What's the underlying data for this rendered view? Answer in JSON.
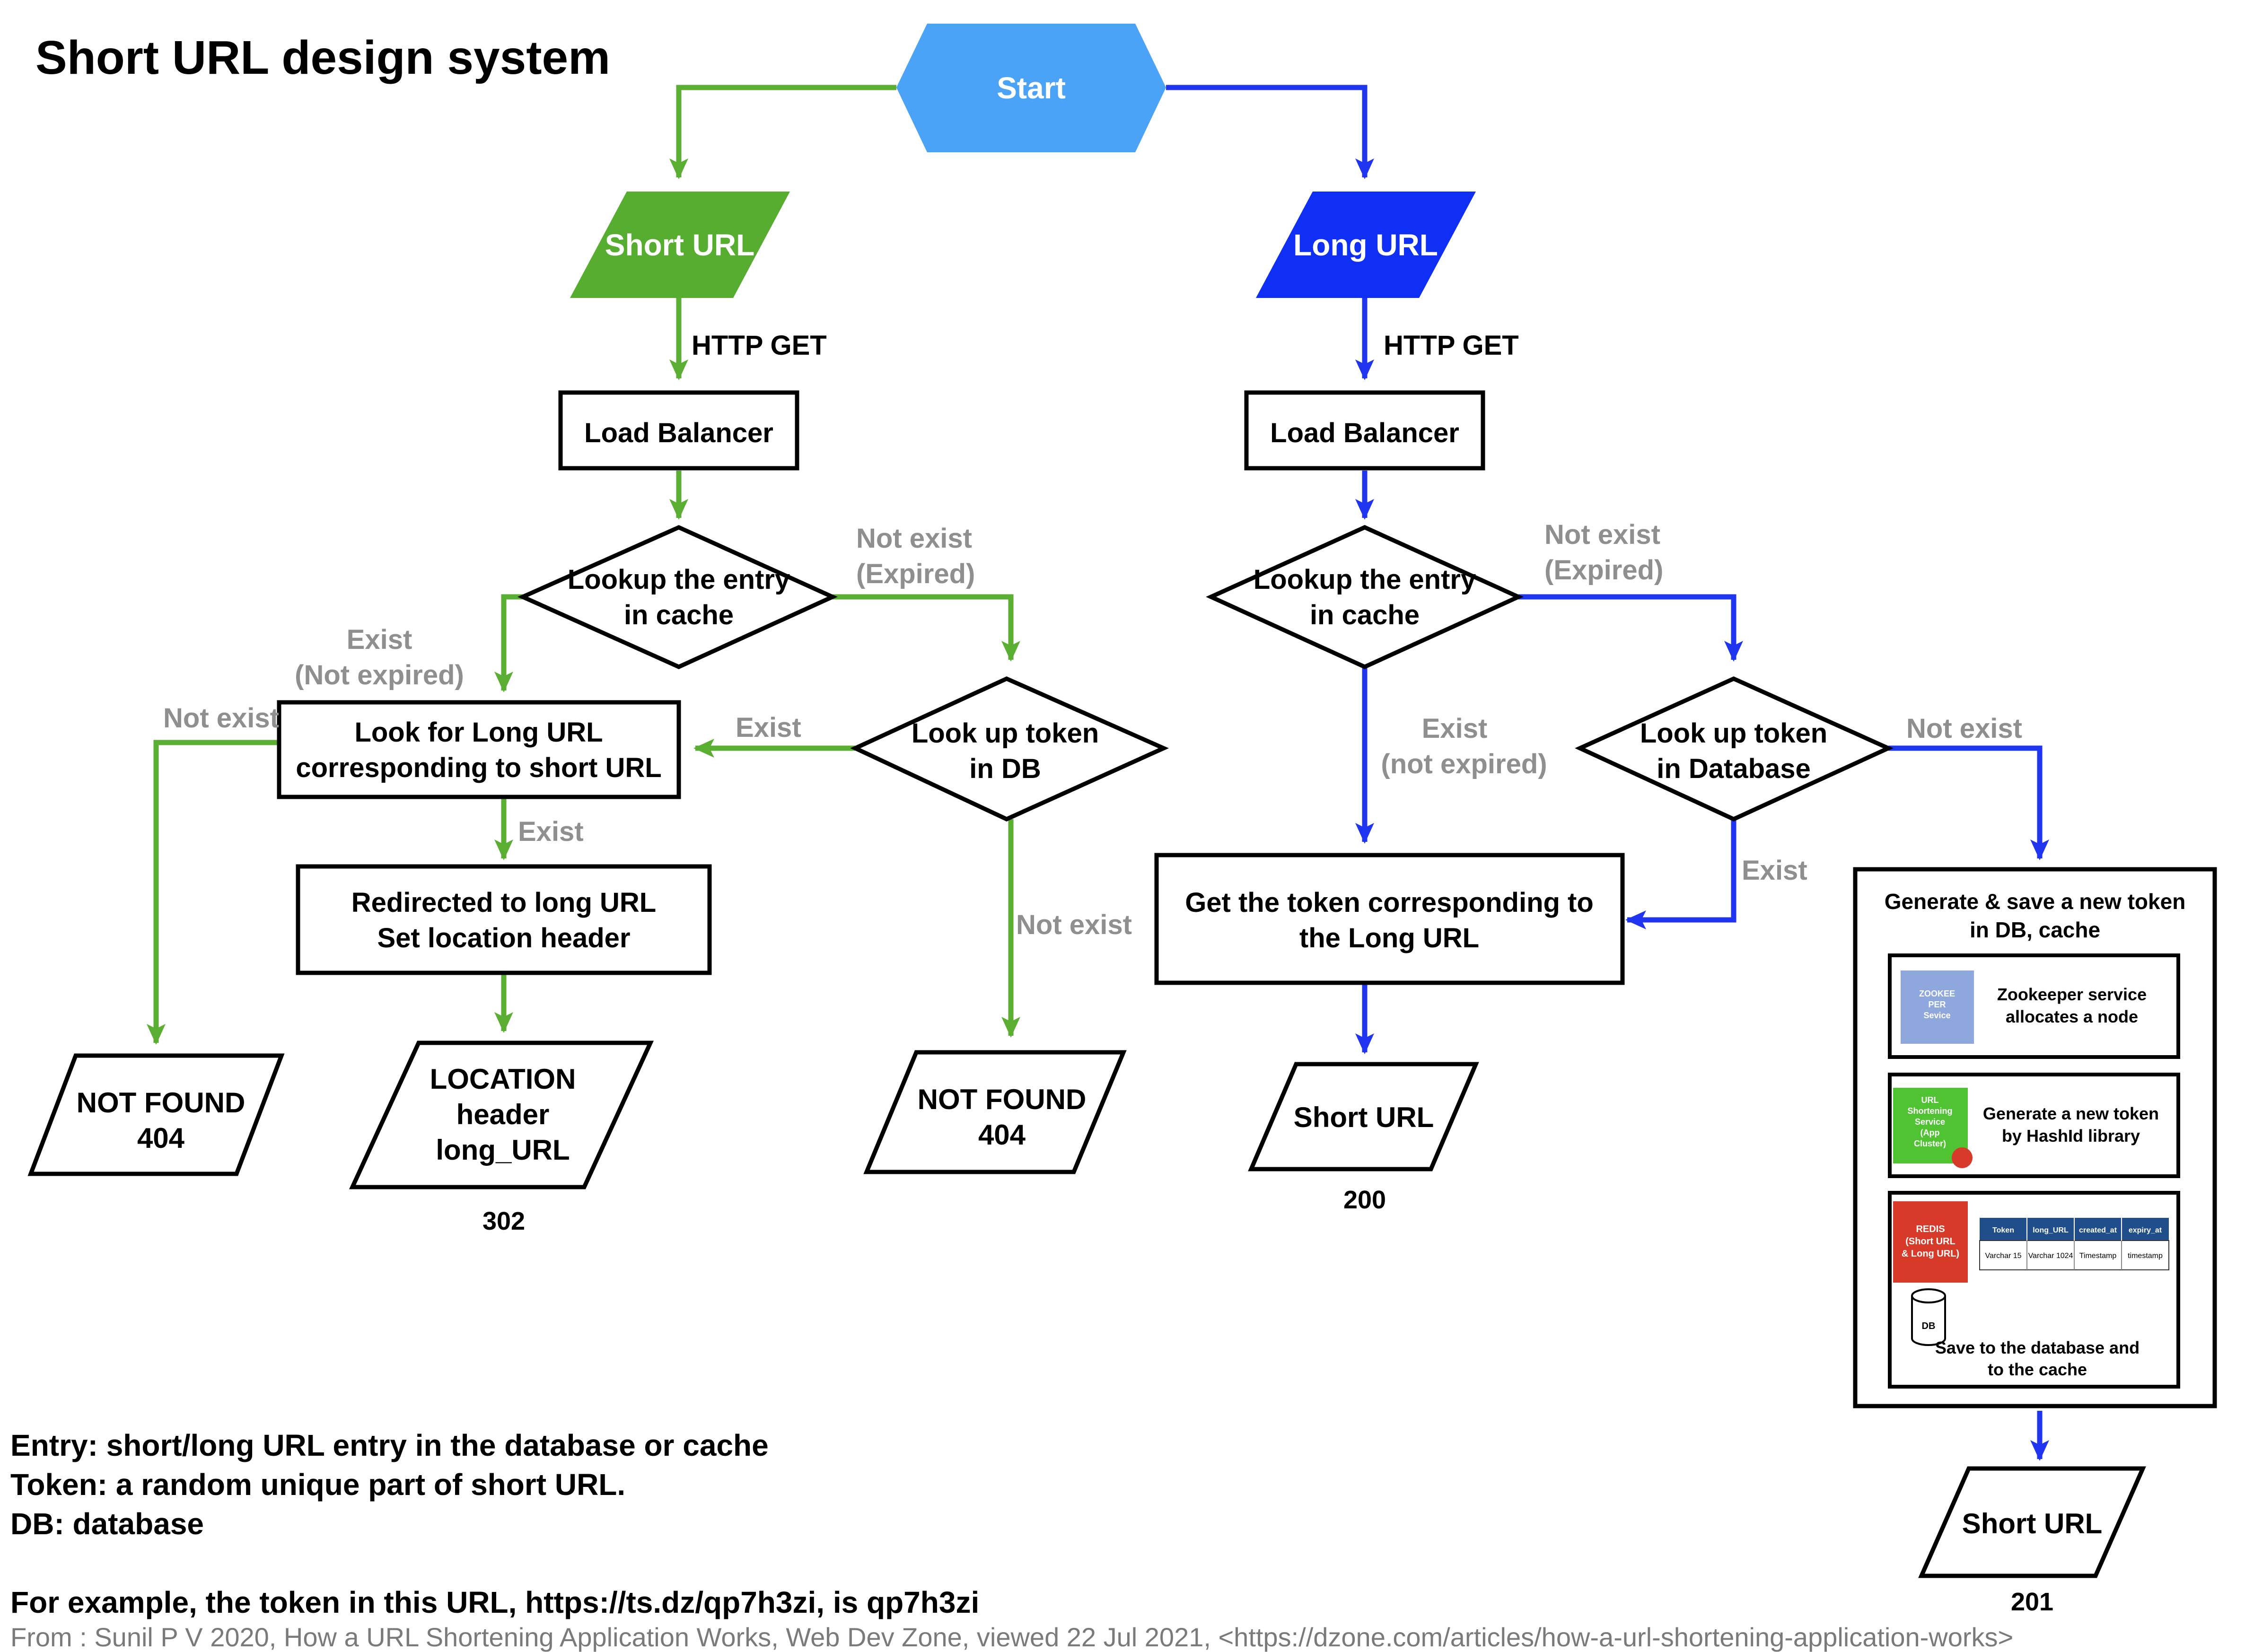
{
  "title": "Short URL design system",
  "nodes": {
    "start": "Start",
    "left_input": "Short URL",
    "right_input": "Long URL",
    "left_http": "HTTP GET",
    "right_http": "HTTP GET",
    "left_lb": "Load Balancer",
    "right_lb": "Load Balancer",
    "left_cache": [
      "Lookup the entry",
      "in cache"
    ],
    "right_cache": [
      "Lookup the entry",
      "in cache"
    ],
    "left_db": [
      "Look up token",
      "in DB"
    ],
    "right_db": [
      "Look up token",
      "in Database"
    ],
    "look_long": [
      "Look for Long URL",
      "corresponding to short URL"
    ],
    "redirect": [
      "Redirected to long URL",
      "Set location header"
    ],
    "get_token": [
      "Get the token corresponding to",
      "the Long URL"
    ],
    "generate": [
      "Generate & save a new token",
      "in DB, cache"
    ],
    "zk_box_label": [
      "ZOOKEE",
      "PER",
      "Sevice"
    ],
    "zk_text": [
      "Zookeeper service",
      "allocates a node"
    ],
    "app_box_label": [
      "URL",
      "Shortening",
      "Service",
      "(App",
      "Cluster)"
    ],
    "app_text": [
      "Generate a new token",
      "by HashId library"
    ],
    "redis_label": [
      "REDIS",
      "(Short URL",
      "& Long URL)"
    ],
    "db_table": {
      "headers": [
        "Token",
        "long_URL",
        "created_at",
        "expiry_at"
      ],
      "row": [
        "Varchar 15",
        "Varchar 1024",
        "Timestamp",
        "timestamp"
      ]
    },
    "db_icon_label": "DB",
    "save_text": [
      "Save to the database and",
      "to the cache"
    ],
    "notfound1": [
      "NOT FOUND",
      "404"
    ],
    "location": [
      "LOCATION",
      "header",
      "long_URL"
    ],
    "notfound2": [
      "NOT FOUND",
      "404"
    ],
    "out_short_200": "Short URL",
    "out_short_201": "Short URL"
  },
  "edge_labels": {
    "l_not_exist_expired": [
      "Not exist",
      "(Expired)"
    ],
    "l_exist_not_expired": [
      "Exist",
      "(Not expired)"
    ],
    "l_not_exist_1": "Not exist",
    "l_exist_db": "Exist",
    "l_exist_redirect": "Exist",
    "l_not_exist_2": "Not exist",
    "r_not_exist_expired": [
      "Not exist",
      "(Expired)"
    ],
    "r_exist_not_expired": [
      "Exist",
      "(not expired)"
    ],
    "r_exist_db": "Exist",
    "r_not_exist": "Not exist"
  },
  "status_codes": {
    "c302": "302",
    "c200": "200",
    "c201": "201"
  },
  "legend": [
    "Entry: short/long URL entry in the database or cache",
    "Token: a random unique part of short URL.",
    "DB: database",
    "",
    "For example, the token in this URL, https://ts.dz/qp7h3zi, is qp7h3zi"
  ],
  "credit": "From : Sunil P V 2020, How a URL Shortening Application Works,  Web Dev Zone, viewed 22 Jul 2021, <https://dzone.com/articles/how-a-url-shortening-application-works>",
  "colors": {
    "green": "#5aae32",
    "blue": "#1f35f0",
    "start_fill": "#4aa3f7",
    "short_fill": "#56ad30",
    "long_fill": "#0f2ff5",
    "label_gray": "#8f8f8f",
    "zk_fill": "#8ea7dc",
    "app_fill": "#4fc331",
    "redis_fill": "#d83a2a",
    "table_head": "#1f4e8a"
  }
}
